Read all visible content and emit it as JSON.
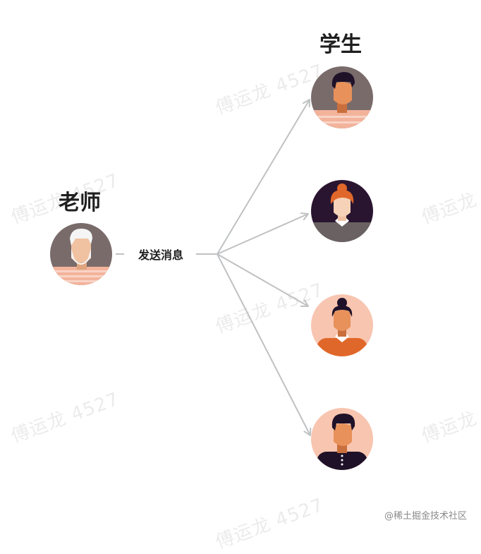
{
  "teacher": {
    "label": "老师"
  },
  "students": {
    "label": "学生",
    "count": 4
  },
  "edge": {
    "label": "发送消息"
  },
  "watermark": {
    "text": "傅运龙 4527"
  },
  "credit": {
    "text": "@稀土掘金技术社区"
  },
  "colors": {
    "line": "#bfc1c3",
    "title_text": "#1f1f1f",
    "avatar_gray": "#7a6b6b",
    "avatar_skin": "#e8915a",
    "avatar_peach": "#f8c5b0",
    "avatar_dark": "#2a1530"
  }
}
